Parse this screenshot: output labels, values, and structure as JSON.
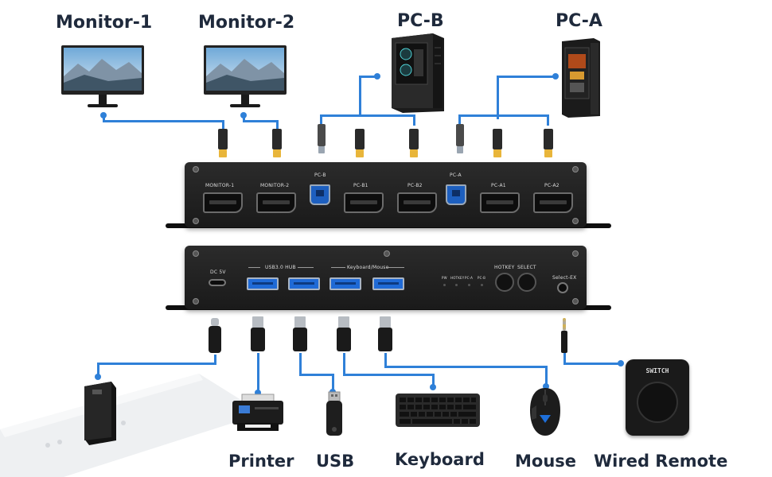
{
  "labels": {
    "monitor1": "Monitor-1",
    "monitor2": "Monitor-2",
    "pcb": "PC-B",
    "pca": "PC-A",
    "printer": "Printer",
    "usb": "USB",
    "keyboard": "Keyboard",
    "mouse": "Mouse",
    "wired_remote": "Wired Remote"
  },
  "back_panel": {
    "ports": [
      "MONITOR-1",
      "MONITOR-2",
      "PC-B",
      "PC-B1",
      "PC-B2",
      "PC-A",
      "PC-A1",
      "PC-A2"
    ]
  },
  "front_panel": {
    "dc": "DC 5V",
    "usb_hub": "USB3.0 HUB",
    "keyboard_mouse": "Keyboard/Mouse",
    "led_pw": "PW",
    "led_hotkey": "HOTKEY",
    "led_pca": "PC-A",
    "led_pcb": "PC-B",
    "hotkey": "HOTKEY",
    "select": "SELECT",
    "select_ex": "Select-EX"
  },
  "remote_text": "SWITCH",
  "colors": {
    "cable": "#2f80d8",
    "label_text": "#1f2a3c",
    "device_body": "#1f1f1f",
    "usb_blue": "#1f6ad6",
    "dp_tip": "#e8b53a"
  }
}
